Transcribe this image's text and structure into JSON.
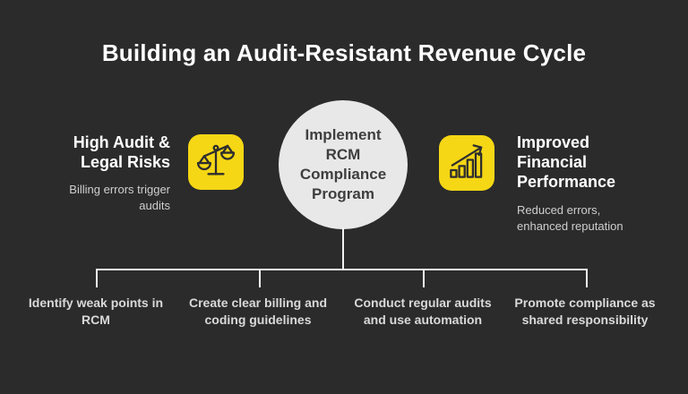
{
  "colors": {
    "background": "#2B2B2B",
    "accent": "#F5D715",
    "icon_stroke": "#2E2E2E",
    "circle_fill": "#E8E8E8",
    "circle_text": "#3E3E3E",
    "heading": "#FFFFFF",
    "muted": "#CFCFCF",
    "branch_text": "#D9D9D9",
    "line": "#F2F2F2"
  },
  "title": "Building an Audit-Resistant Revenue Cycle",
  "left_node": {
    "heading": "High Audit &\nLegal Risks",
    "subtext": "Billing errors trigger\naudits",
    "icon": "balance-scale-icon"
  },
  "center_node": {
    "label": "Implement\nRCM\nCompliance\nProgram"
  },
  "right_node": {
    "heading": "Improved\nFinancial\nPerformance",
    "subtext": "Reduced errors,\nenhanced reputation",
    "icon": "bar-chart-growth-icon"
  },
  "branches": [
    {
      "label": "Identify weak points in\nRCM"
    },
    {
      "label": "Create clear billing and\ncoding guidelines"
    },
    {
      "label": "Conduct regular audits\nand use automation"
    },
    {
      "label": "Promote compliance as\nshared responsibility"
    }
  ]
}
